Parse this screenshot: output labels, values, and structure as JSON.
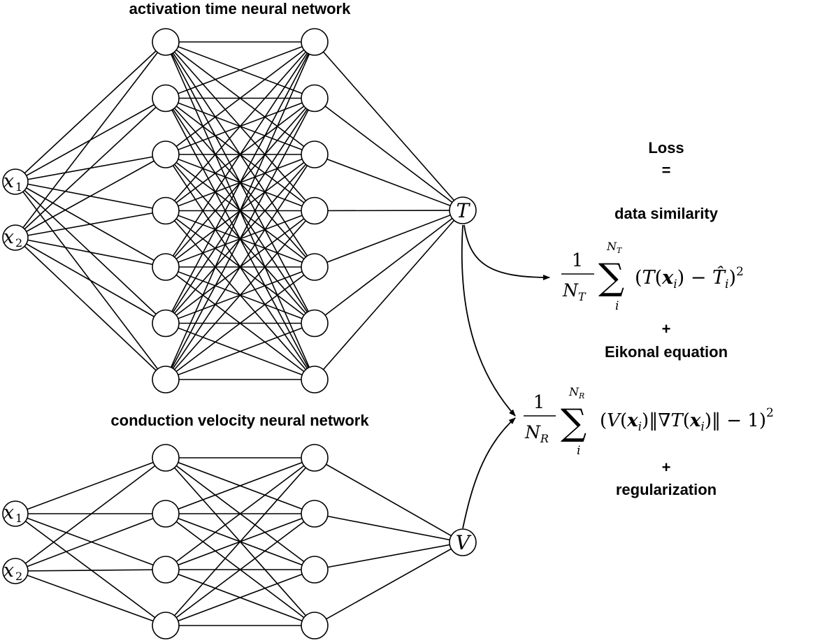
{
  "networks": {
    "activation_time": {
      "title": "activation time neural network",
      "input_labels": [
        {
          "base": "x",
          "sub": "1"
        },
        {
          "base": "x",
          "sub": "2"
        }
      ],
      "hidden_layer_sizes": [
        7,
        7
      ],
      "output_label": "T"
    },
    "conduction_velocity": {
      "title": "conduction velocity neural network",
      "input_labels": [
        {
          "base": "x",
          "sub": "1"
        },
        {
          "base": "x",
          "sub": "2"
        }
      ],
      "hidden_layer_sizes": [
        4,
        4
      ],
      "output_label": "V"
    }
  },
  "loss": {
    "title": "Loss",
    "equals": "=",
    "data_similarity": {
      "label": "data similarity",
      "fraction_numerator": "1",
      "fraction_denominator": "N_T",
      "sum_upper": "N_T",
      "sum_lower": "i",
      "body": "(T(x_i) − T̂_i)²"
    },
    "plus_1": "+",
    "eikonal": {
      "label": "Eikonal equation",
      "fraction_numerator": "1",
      "fraction_denominator": "N_R",
      "sum_upper": "N_R",
      "sum_lower": "i",
      "body": "(V(x_i)‖∇T(x_i)‖ − 1)²"
    },
    "plus_2": "+",
    "regularization": "regularization"
  }
}
